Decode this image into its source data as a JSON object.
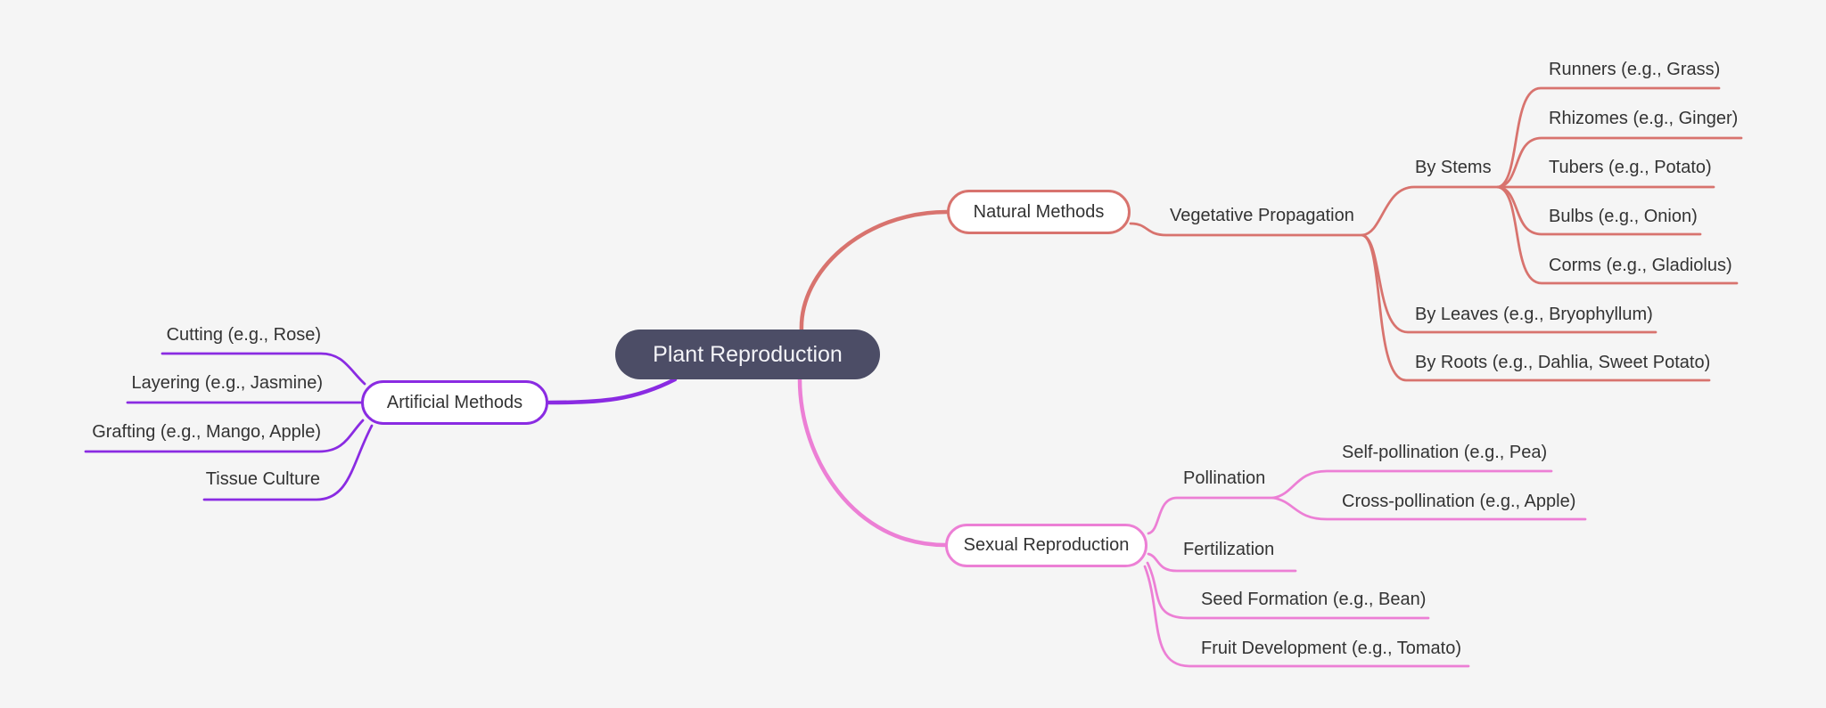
{
  "mindmap": {
    "root": "Plant Reproduction",
    "natural": {
      "label": "Natural Methods",
      "vegetative": "Vegetative Propagation",
      "by_stems": "By Stems",
      "runners": "Runners (e.g., Grass)",
      "rhizomes": "Rhizomes (e.g., Ginger)",
      "tubers": "Tubers (e.g., Potato)",
      "bulbs": "Bulbs (e.g., Onion)",
      "corms": "Corms (e.g., Gladiolus)",
      "by_leaves": "By Leaves (e.g., Bryophyllum)",
      "by_roots": "By Roots (e.g., Dahlia, Sweet Potato)"
    },
    "artificial": {
      "label": "Artificial Methods",
      "cutting": "Cutting (e.g., Rose)",
      "layering": "Layering (e.g., Jasmine)",
      "grafting": "Grafting (e.g., Mango, Apple)",
      "tissue_culture": "Tissue Culture"
    },
    "sexual": {
      "label": "Sexual Reproduction",
      "pollination": "Pollination",
      "self_pollination": "Self-pollination (e.g., Pea)",
      "cross_pollination": "Cross-pollination (e.g., Apple)",
      "fertilization": "Fertilization",
      "seed_formation": "Seed Formation (e.g., Bean)",
      "fruit_development": "Fruit Development (e.g., Tomato)"
    },
    "colors": {
      "background": "#f5f5f5",
      "text": "#333333",
      "root_fill": "#4c4d66",
      "root_text": "#f4f4f8",
      "natural_branch": "#d8736e",
      "artificial_branch": "#8a2be2",
      "sexual_branch": "#ec7fd5"
    }
  }
}
